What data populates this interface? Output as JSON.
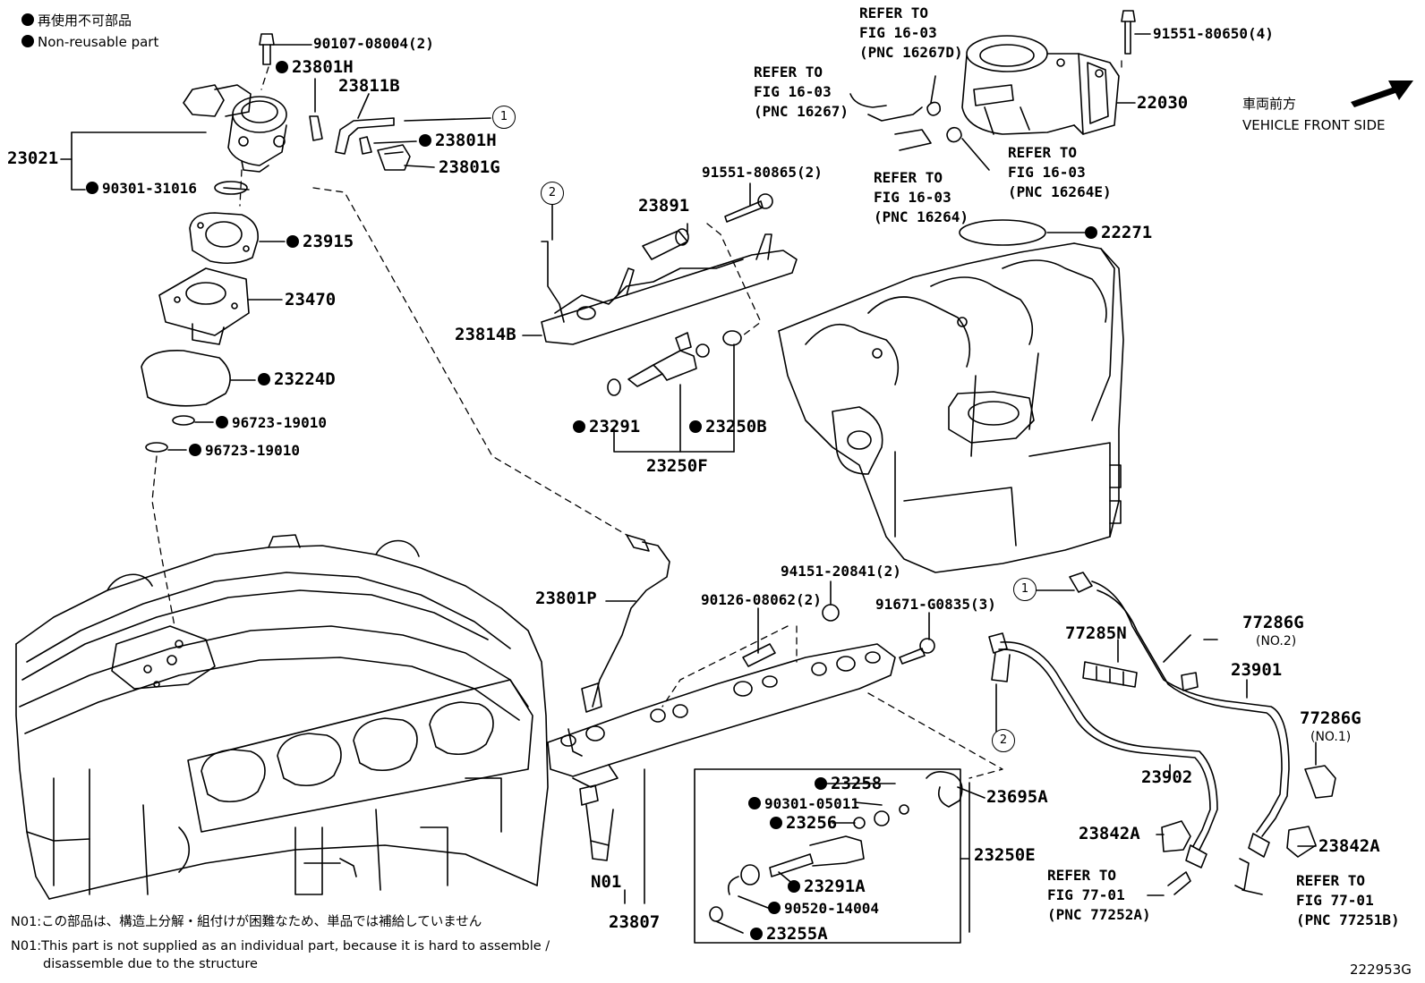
{
  "legend": {
    "jp": "再使用不可部品",
    "en": "Non-reusable part"
  },
  "parts": {
    "p23021": "23021",
    "p90107": "90107-08004(2)",
    "p23801H_a": "23801H",
    "p23811B": "23811B",
    "p23801H_b": "23801H",
    "p23801G": "23801G",
    "p90301_31016": "90301-31016",
    "p23915": "23915",
    "p23470": "23470",
    "p23224D": "23224D",
    "p96723_a": "96723-19010",
    "p96723_b": "96723-19010",
    "p91551_80865": "91551-80865(2)",
    "p23891": "23891",
    "p23814B": "23814B",
    "p23291": "23291",
    "p23250B": "23250B",
    "p23250F": "23250F",
    "p91551_80650": "91551-80650(4)",
    "p22030": "22030",
    "p22271": "22271",
    "p23801P": "23801P",
    "p94151": "94151-20841(2)",
    "p90126": "90126-08062(2)",
    "p91671": "91671-G0835(3)",
    "p23258": "23258",
    "p90301_05011": "90301-05011",
    "p23256": "23256",
    "p23291A": "23291A",
    "p90520": "90520-14004",
    "p23255A": "23255A",
    "p23250E": "23250E",
    "p23695A": "23695A",
    "pN01": "N01",
    "p23807": "23807",
    "p77285N": "77285N",
    "p77286G_a": "77286G",
    "p77286G_a_sub": "(NO.2)",
    "p23901": "23901",
    "p77286G_b": "77286G",
    "p77286G_b_sub": "(NO.1)",
    "p23902": "23902",
    "p23842A_a": "23842A",
    "p23842A_b": "23842A"
  },
  "refs": {
    "r16267D": "REFER TO\nFIG 16-03\n(PNC 16267D)",
    "r16267": "REFER TO\nFIG 16-03\n(PNC 16267)",
    "r16264E": "REFER TO\nFIG 16-03\n(PNC 16264E)",
    "r16264": "REFER TO\nFIG 16-03\n(PNC 16264)",
    "r77252A": "REFER TO\nFIG 77-01\n(PNC 77252A)",
    "r77251B": "REFER TO\nFIG 77-01\n(PNC 77251B)"
  },
  "front": {
    "jp": "車両前方",
    "en": "VEHICLE FRONT SIDE"
  },
  "notes": {
    "jp": "N01:この部品は、構造上分解・組付けが困難なため、単品では補給していません",
    "en1": "N01:This part is not supplied as an individual part, because it is hard to assemble /",
    "en2": "disassemble due to the structure"
  },
  "circles": {
    "c1": "1",
    "c2": "2"
  },
  "figure_id": "222953G"
}
